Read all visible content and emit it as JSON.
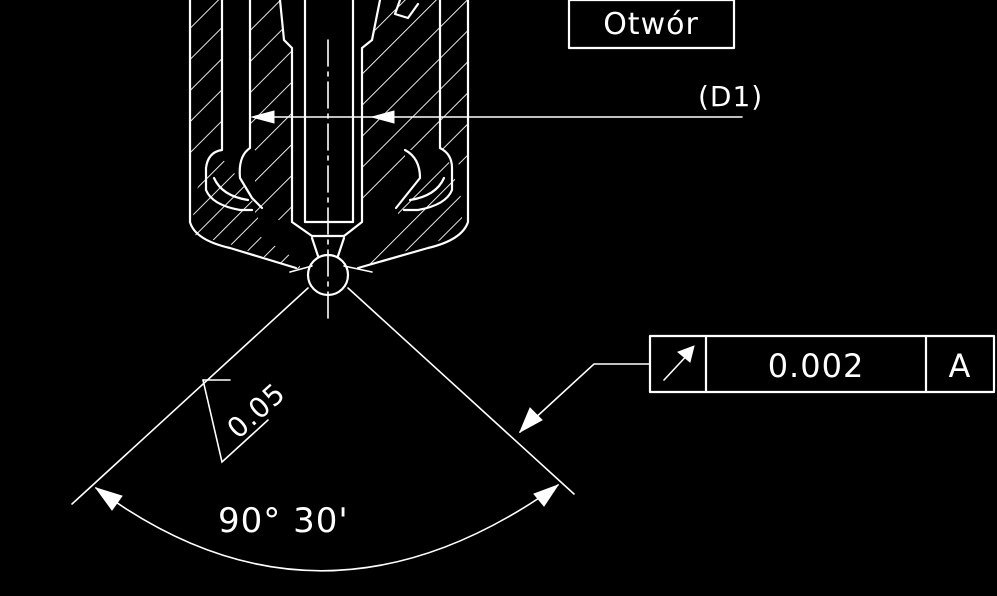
{
  "drawing": {
    "section_label": "Otwór",
    "diameter_label": "(D1)",
    "angle_label": "90° 30'",
    "roughness_value": "0.05",
    "tolerance_frame": {
      "symbol": "runout-arrow-icon",
      "value": "0.002",
      "datum": "A"
    }
  },
  "colors": {
    "background": "#000000",
    "lines": "#ffffff"
  }
}
